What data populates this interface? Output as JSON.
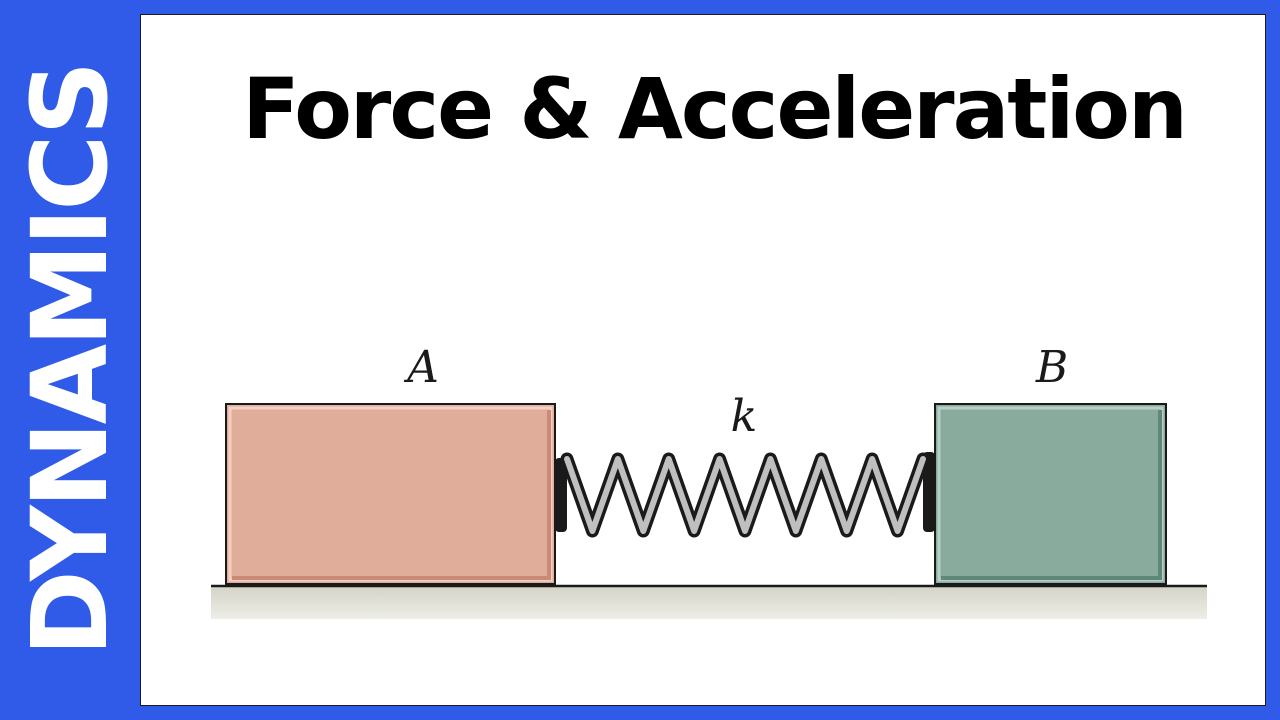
{
  "side_label": "DYNAMICS",
  "title": "Force & Acceleration",
  "diagram": {
    "block_a_label": "A",
    "block_b_label": "B",
    "spring_label": "k",
    "colors": {
      "background": "#2f5be8",
      "block_a_fill": "#e0ad9b",
      "block_b_fill": "#88ab9d",
      "ground_fill": "#d9d8cc",
      "spring_outer": "#1a1a1a",
      "spring_inner": "#bfbfbf"
    }
  }
}
